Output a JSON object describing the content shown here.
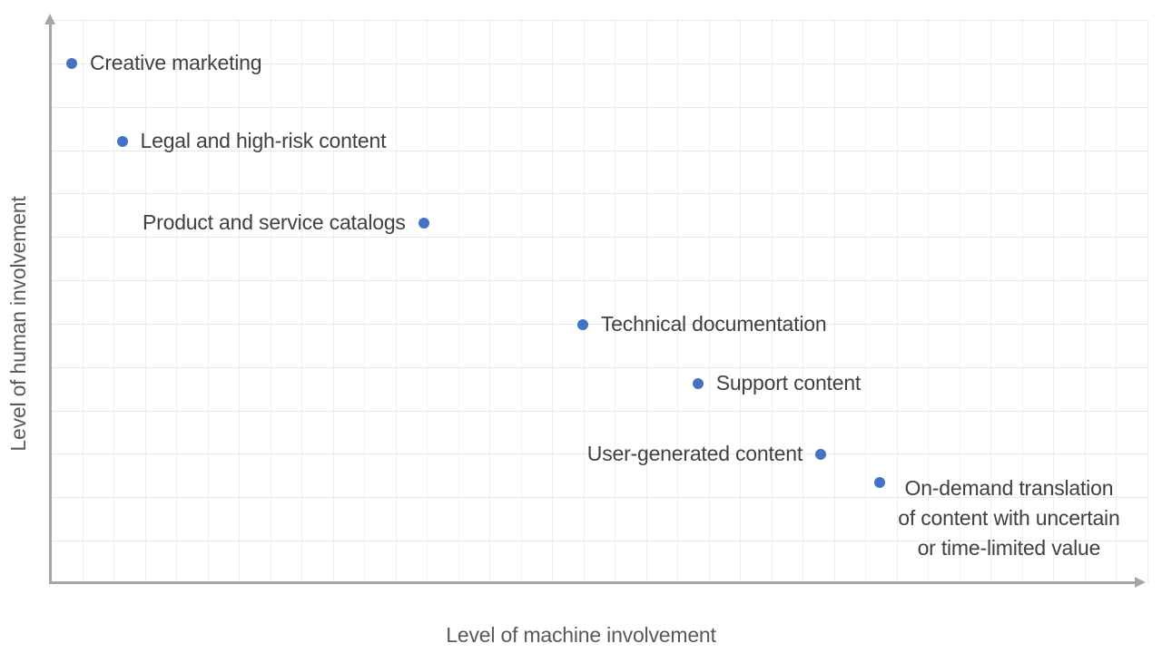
{
  "chart_data": {
    "type": "scatter",
    "title": "",
    "xlabel": "Level of machine involvement",
    "ylabel": "Level of human involvement",
    "xlim": [
      0,
      100
    ],
    "ylim": [
      0,
      100
    ],
    "grid": true,
    "axis_tick_labels_visible": false,
    "legend": "none",
    "grid_divisions": {
      "x": 35,
      "y": 13
    },
    "points": [
      {
        "label": "Creative marketing",
        "x": 1.9,
        "y": 92.3,
        "label_side": "right"
      },
      {
        "label": "Legal and high-risk content",
        "x": 6.5,
        "y": 78.5,
        "label_side": "right"
      },
      {
        "label": "Product and service catalogs",
        "x": 34.0,
        "y": 64.0,
        "label_side": "left"
      },
      {
        "label": "Technical documentation",
        "x": 48.5,
        "y": 46.0,
        "label_side": "right"
      },
      {
        "label": "Support content",
        "x": 59.0,
        "y": 35.5,
        "label_side": "right"
      },
      {
        "label": "User-generated content",
        "x": 70.2,
        "y": 23.0,
        "label_side": "left"
      },
      {
        "label": "On-demand translation\nof content with uncertain\nor time-limited value",
        "x": 75.6,
        "y": 18.0,
        "label_side": "right"
      }
    ],
    "colors": {
      "point": "#4472c4",
      "label_text": "#404040",
      "axis_line": "#a6a6a6",
      "axis_title_text": "#595959",
      "grid_h": "#e9e9e9",
      "grid_v": "#efefef",
      "grid_top_border": "#d9d9d9",
      "background": "#ffffff"
    }
  }
}
